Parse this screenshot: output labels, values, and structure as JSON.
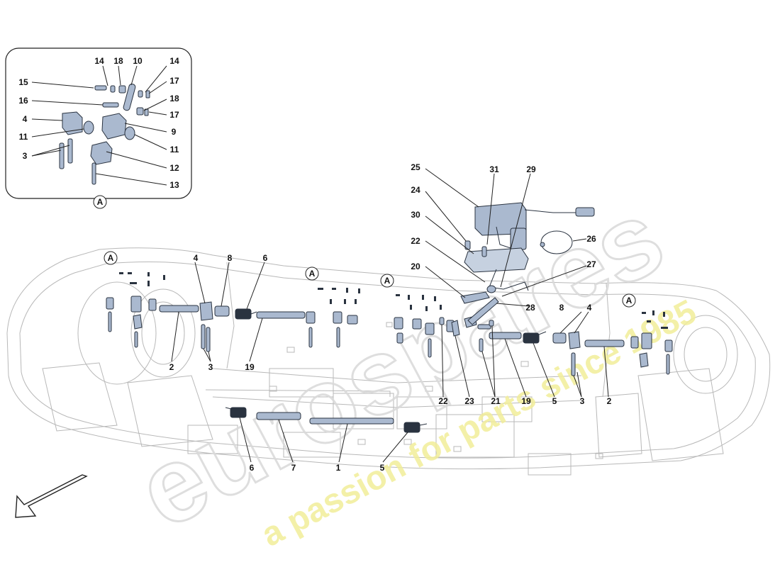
{
  "inset": {
    "reference": "A",
    "callouts": [
      {
        "id": "i14a",
        "text": "14"
      },
      {
        "id": "i18a",
        "text": "18"
      },
      {
        "id": "i10",
        "text": "10"
      },
      {
        "id": "i14b",
        "text": "14"
      },
      {
        "id": "i17a",
        "text": "17"
      },
      {
        "id": "i15",
        "text": "15"
      },
      {
        "id": "i16",
        "text": "16"
      },
      {
        "id": "i18b",
        "text": "18"
      },
      {
        "id": "i17b",
        "text": "17"
      },
      {
        "id": "i4",
        "text": "4"
      },
      {
        "id": "i9",
        "text": "9"
      },
      {
        "id": "i11a",
        "text": "11"
      },
      {
        "id": "i11b",
        "text": "11"
      },
      {
        "id": "i3",
        "text": "3"
      },
      {
        "id": "i12",
        "text": "12"
      },
      {
        "id": "i13",
        "text": "13"
      }
    ]
  },
  "callouts": [
    {
      "id": "c25",
      "text": "25"
    },
    {
      "id": "c31",
      "text": "31"
    },
    {
      "id": "c29",
      "text": "29"
    },
    {
      "id": "c24",
      "text": "24"
    },
    {
      "id": "c30",
      "text": "30"
    },
    {
      "id": "c26",
      "text": "26"
    },
    {
      "id": "c22a",
      "text": "22"
    },
    {
      "id": "c27",
      "text": "27"
    },
    {
      "id": "c20",
      "text": "20"
    },
    {
      "id": "c28",
      "text": "28"
    },
    {
      "id": "c4a",
      "text": "4"
    },
    {
      "id": "c8a",
      "text": "8"
    },
    {
      "id": "c6a",
      "text": "6"
    },
    {
      "id": "c8b",
      "text": "8"
    },
    {
      "id": "c4b",
      "text": "4"
    },
    {
      "id": "c2a",
      "text": "2"
    },
    {
      "id": "c3a",
      "text": "3"
    },
    {
      "id": "c19a",
      "text": "19"
    },
    {
      "id": "c22b",
      "text": "22"
    },
    {
      "id": "c23",
      "text": "23"
    },
    {
      "id": "c21",
      "text": "21"
    },
    {
      "id": "c19b",
      "text": "19"
    },
    {
      "id": "c5a",
      "text": "5"
    },
    {
      "id": "c3b",
      "text": "3"
    },
    {
      "id": "c2b",
      "text": "2"
    },
    {
      "id": "c6b",
      "text": "6"
    },
    {
      "id": "c7",
      "text": "7"
    },
    {
      "id": "c1",
      "text": "1"
    },
    {
      "id": "c5b",
      "text": "5"
    }
  ],
  "detail_refs": [
    {
      "id": "ref1",
      "text": "A"
    },
    {
      "id": "ref2",
      "text": "A"
    },
    {
      "id": "ref3",
      "text": "A"
    },
    {
      "id": "ref4",
      "text": "A"
    }
  ],
  "watermark": {
    "brand": "eurospares",
    "tagline": "a passion for parts since 1985"
  },
  "colors": {
    "part_fill": "#aab9cf",
    "part_stroke": "#2a3340",
    "line_art": "#b5b5b5",
    "callout": "#111111",
    "watermark_gray": "#e6e6e6",
    "watermark_yellow": "#f2ee9a"
  }
}
